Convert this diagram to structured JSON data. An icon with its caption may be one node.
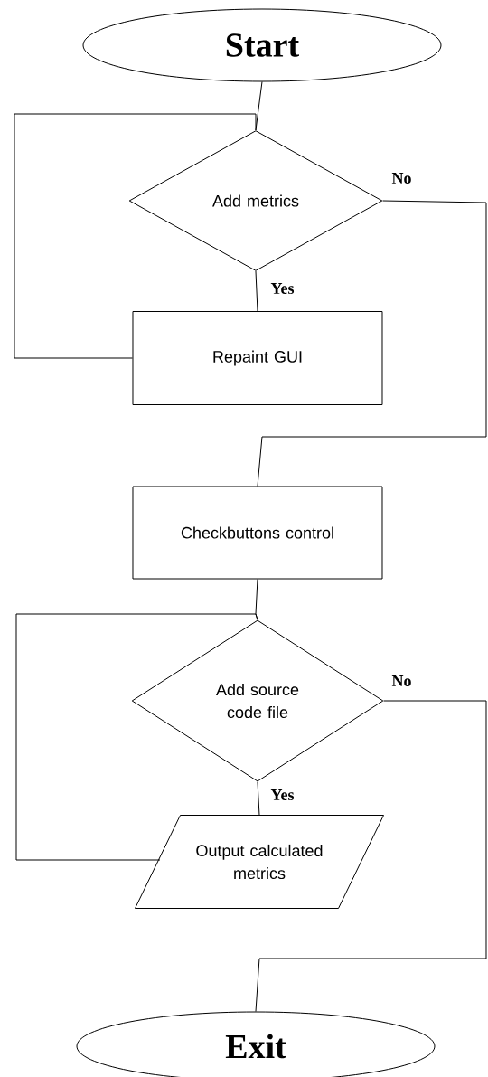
{
  "diagram": {
    "nodes": [
      {
        "text": [
          "Start"
        ]
      },
      {
        "text": [
          "Add metrics"
        ]
      },
      {
        "text": [
          "Repaint GUI"
        ]
      },
      {
        "text": [
          "Checkbuttons control"
        ]
      },
      {
        "text": [
          "Add source code file"
        ]
      },
      {
        "text": [
          "Output calculated metrics"
        ]
      },
      {
        "text": [
          "Exit"
        ]
      }
    ],
    "edges": [
      {
        "from": 0,
        "to": 1,
        "arrow": "none"
      },
      {
        "from": 1,
        "to": 2,
        "arrow": "none",
        "label": "Yes"
      },
      {
        "from": 2,
        "to": 1,
        "arrow": "none"
      },
      {
        "from": 1,
        "to": 3,
        "arrow": "none",
        "label": "No"
      },
      {
        "from": 3,
        "to": 4,
        "arrow": "none"
      },
      {
        "from": 4,
        "to": 5,
        "arrow": "none",
        "label": "Yes"
      },
      {
        "from": 5,
        "to": 4,
        "arrow": "none"
      },
      {
        "from": 4,
        "to": 6,
        "arrow": "none",
        "label": "No"
      }
    ]
  }
}
